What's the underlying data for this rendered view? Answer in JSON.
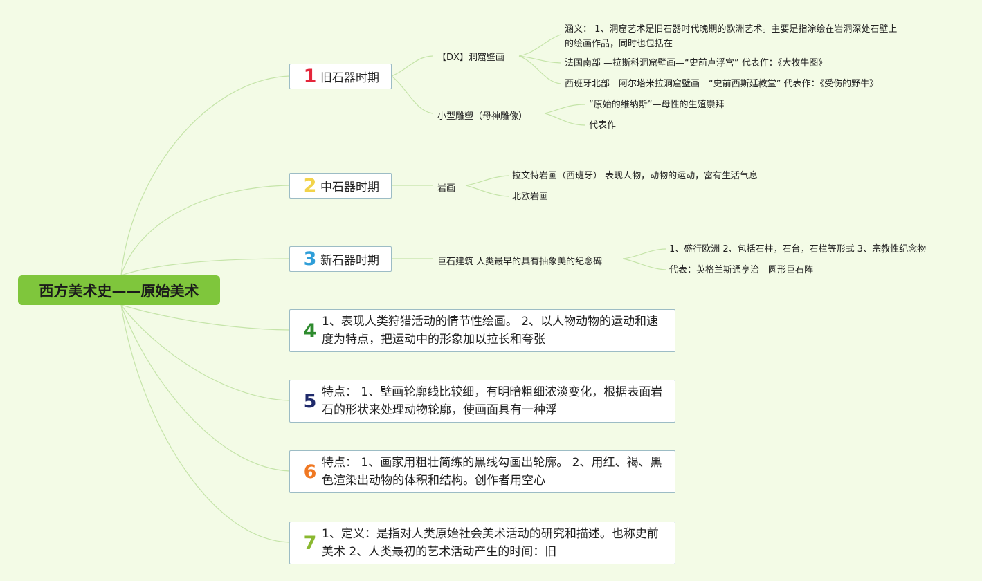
{
  "root": {
    "title": "西方美术史——原始美术"
  },
  "colors": {
    "background": "#f3fbe6",
    "root_fill": "#7fc63c",
    "connector": "#c5e4a9",
    "border": "#9cbcc5",
    "nums": [
      "#e4263b",
      "#f2d34a",
      "#2f9ed8",
      "#2e8b2e",
      "#1f2a6b",
      "#f07822",
      "#8ab830"
    ]
  },
  "branches": [
    {
      "num": "1",
      "title": "旧石器时期",
      "subs": [
        {
          "label": "【DX】洞窟壁画",
          "leaves": [
            "涵义： 1、洞窟艺术是旧石器时代晚期的欧洲艺术。主要是指涂绘在岩洞深处石壁上的绘画作品，同时也包括在",
            "法国南部 —拉斯科洞窟壁画—“史前卢浮宫” 代表作：《大牧牛图》",
            "西班牙北部—阿尔塔米拉洞窟壁画—“史前西斯廷教堂” 代表作：《受伤的野牛》"
          ]
        },
        {
          "label": "小型雕塑（母神雕像）",
          "leaves": [
            "“原始的维纳斯”—母性的生殖崇拜",
            "代表作"
          ]
        }
      ]
    },
    {
      "num": "2",
      "title": "中石器时期",
      "subs": [
        {
          "label": "岩画",
          "leaves": [
            "拉文特岩画（西班牙） 表现人物，动物的运动，富有生活气息",
            "北欧岩画"
          ]
        }
      ]
    },
    {
      "num": "3",
      "title": "新石器时期",
      "subs": [
        {
          "label": "巨石建筑 人类最早的具有抽象美的纪念碑",
          "leaves": [
            "1、盛行欧洲 2、包括石柱，石台，石栏等形式 3、宗教性纪念物",
            "代表：英格兰斯通亨治—圆形巨石阵"
          ]
        }
      ]
    },
    {
      "num": "4",
      "text": "1、表现人类狩猎活动的情节性绘画。 2、以人物动物的运动和速度为特点，把运动中的形象加以拉长和夸张"
    },
    {
      "num": "5",
      "text": "特点： 1、壁画轮廓线比较细，有明暗粗细浓淡变化，根据表面岩石的形状来处理动物轮廓，使画面具有一种浮"
    },
    {
      "num": "6",
      "text": "特点： 1、画家用粗壮简练的黑线勾画出轮廓。 2、用红、褐、黑色渲染出动物的体积和结构。创作者用空心"
    },
    {
      "num": "7",
      "text": "1、定义：是指对人类原始社会美术活动的研究和描述。也称史前美术 2、人类最初的艺术活动产生的时间：旧"
    }
  ]
}
